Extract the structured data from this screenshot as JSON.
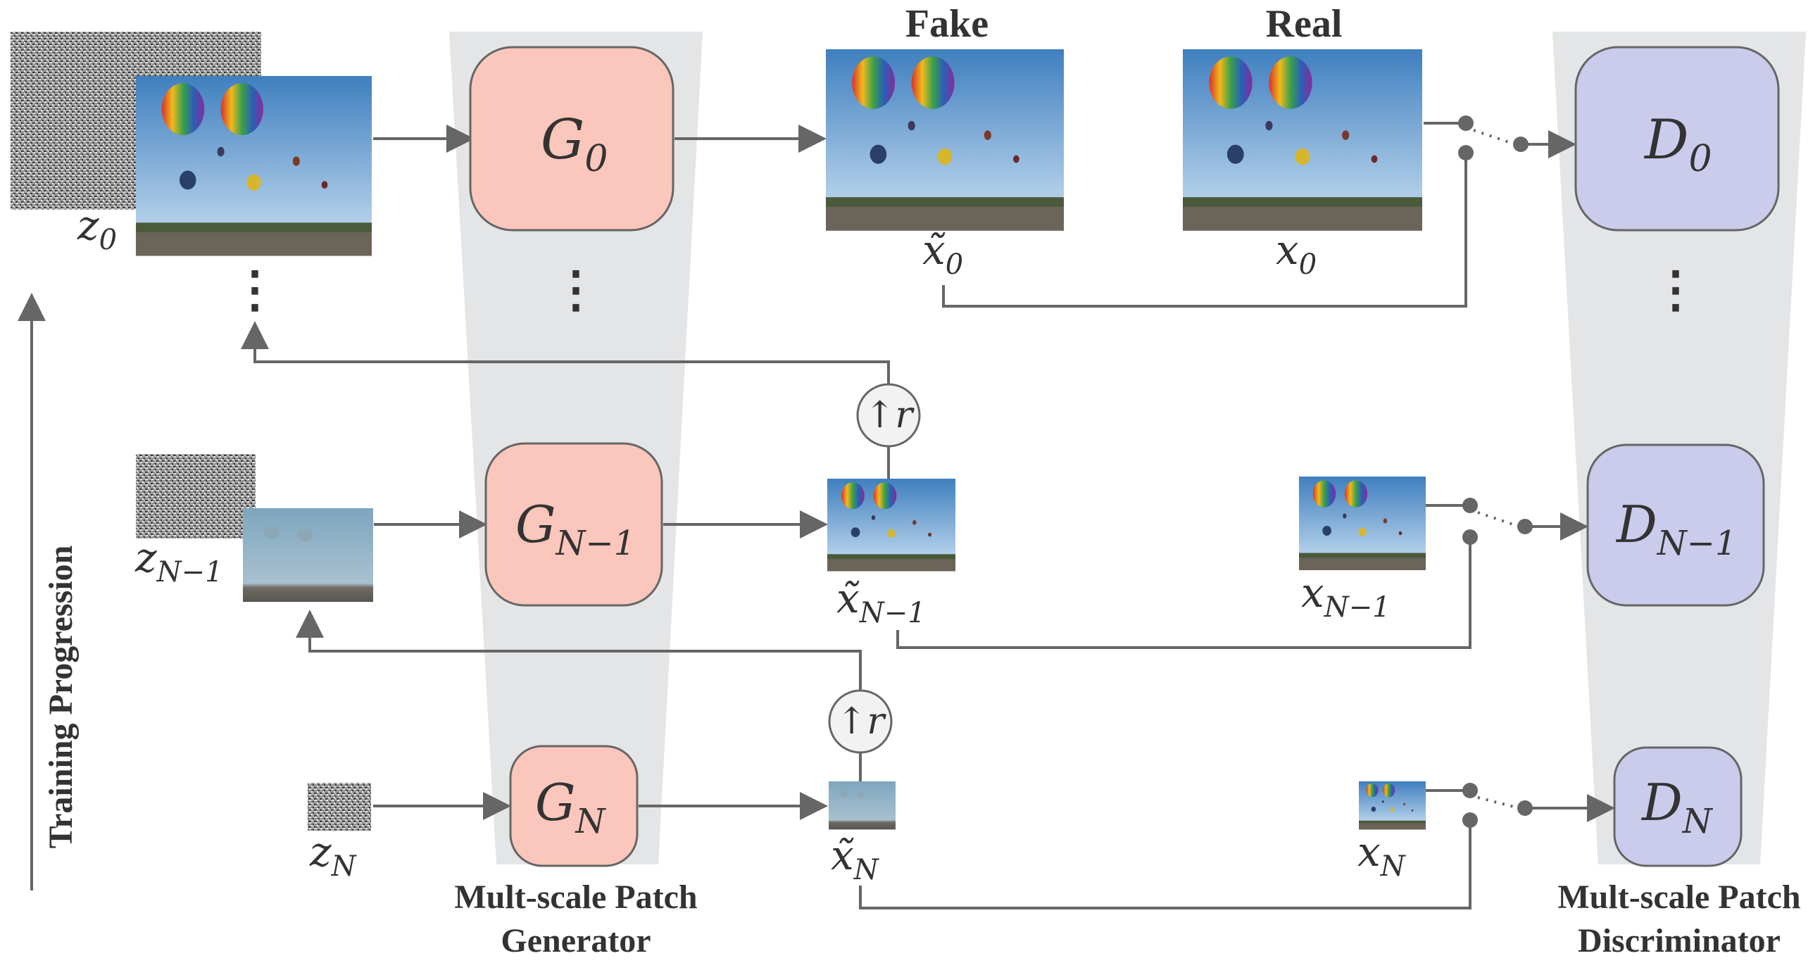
{
  "labels": {
    "fake": "Fake",
    "real": "Real",
    "training_progression": "Training Progression",
    "generator_caption_line1": "Mult-scale Patch",
    "generator_caption_line2": "Generator",
    "discriminator_caption_line1": "Mult-scale Patch",
    "discriminator_caption_line2": "Discriminator",
    "upsample": "↑r",
    "ellipsis": "⋮"
  },
  "generators": [
    {
      "label": "G",
      "sub": "0"
    },
    {
      "label": "G",
      "sub": "N−1"
    },
    {
      "label": "G",
      "sub": "N"
    }
  ],
  "discriminators": [
    {
      "label": "D",
      "sub": "0"
    },
    {
      "label": "D",
      "sub": "N−1"
    },
    {
      "label": "D",
      "sub": "N"
    }
  ],
  "noise": [
    {
      "label": "z",
      "sub": "0"
    },
    {
      "label": "z",
      "sub": "N−1"
    },
    {
      "label": "z",
      "sub": "N"
    }
  ],
  "fake_images": [
    {
      "label": "x̃",
      "sub": "0"
    },
    {
      "label": "x̃",
      "sub": "N−1"
    },
    {
      "label": "x̃",
      "sub": "N"
    }
  ],
  "real_images": [
    {
      "label": "x",
      "sub": "0"
    },
    {
      "label": "x",
      "sub": "N−1"
    },
    {
      "label": "x",
      "sub": "N"
    }
  ],
  "colors": {
    "generator_fill": "#fbc6bb",
    "discriminator_fill": "#cbcbec",
    "trapezoid_fill": "#e4e5e7",
    "line": "#666666",
    "text": "#333333"
  }
}
